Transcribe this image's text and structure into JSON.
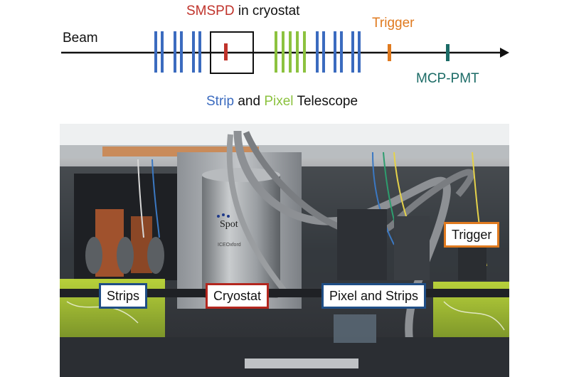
{
  "diagram": {
    "beam_label": "Beam",
    "smspd_label_red": "SMSPD",
    "smspd_label_rest": " in cryostat",
    "trigger_label": "Trigger",
    "mcp_label": "MCP-PMT",
    "telescope_strip": "Strip",
    "telescope_and": " and ",
    "telescope_pixel": "Pixel",
    "telescope_rest": " Telescope",
    "colors": {
      "strip": "#3b6bbf",
      "pixel": "#8cc23f",
      "smspd": "#c0332b",
      "trigger": "#e07a1f",
      "mcp": "#1b6b66"
    }
  },
  "photo": {
    "labels": {
      "strips": "Strips",
      "cryostat": "Cryostat",
      "pixel_strips": "Pixel and Strips",
      "trigger": "Trigger"
    },
    "cryostat_brand": "Spot",
    "cryostat_badge": "ICEOxford"
  }
}
